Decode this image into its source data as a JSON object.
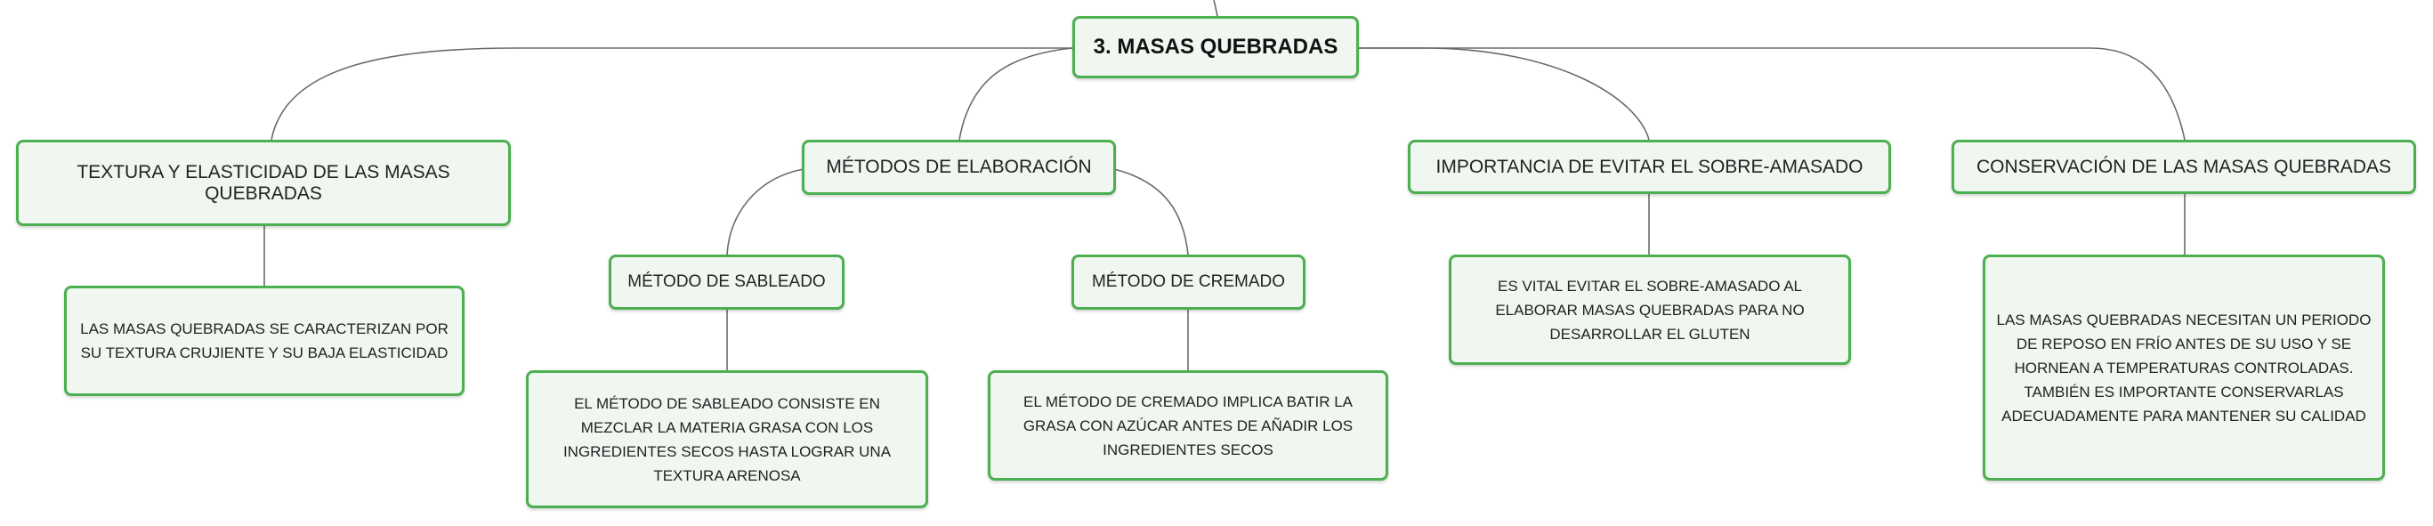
{
  "root": {
    "label": "3. MASAS QUEBRADAS"
  },
  "branches": [
    {
      "label": "TEXTURA Y ELASTICIDAD DE LAS MASAS QUEBRADAS",
      "detail": "LAS MASAS QUEBRADAS SE CARACTERIZAN POR SU TEXTURA CRUJIENTE Y SU BAJA ELASTICIDAD"
    },
    {
      "label": "MÉTODOS DE ELABORACIÓN",
      "children": [
        {
          "label": "MÉTODO DE SABLEADO",
          "detail": "EL MÉTODO DE SABLEADO CONSISTE EN MEZCLAR LA MATERIA GRASA CON LOS INGREDIENTES SECOS HASTA LOGRAR UNA TEXTURA ARENOSA"
        },
        {
          "label": "MÉTODO DE CREMADO",
          "detail": "EL MÉTODO DE CREMADO IMPLICA BATIR LA GRASA CON AZÚCAR ANTES DE AÑADIR LOS INGREDIENTES SECOS"
        }
      ]
    },
    {
      "label": "IMPORTANCIA DE EVITAR EL SOBRE-AMASADO",
      "detail": "ES VITAL EVITAR EL SOBRE-AMASADO AL ELABORAR MASAS QUEBRADAS PARA NO DESARROLLAR EL GLUTEN"
    },
    {
      "label": "CONSERVACIÓN DE LAS MASAS QUEBRADAS",
      "detail": "LAS MASAS QUEBRADAS NECESITAN UN PERIODO DE REPOSO EN FRÍO ANTES DE SU USO Y SE HORNEAN A TEMPERATURAS CONTROLADAS. TAMBIÉN ES IMPORTANTE CONSERVARLAS ADECUADAMENTE PARA MANTENER SU CALIDAD"
    }
  ]
}
